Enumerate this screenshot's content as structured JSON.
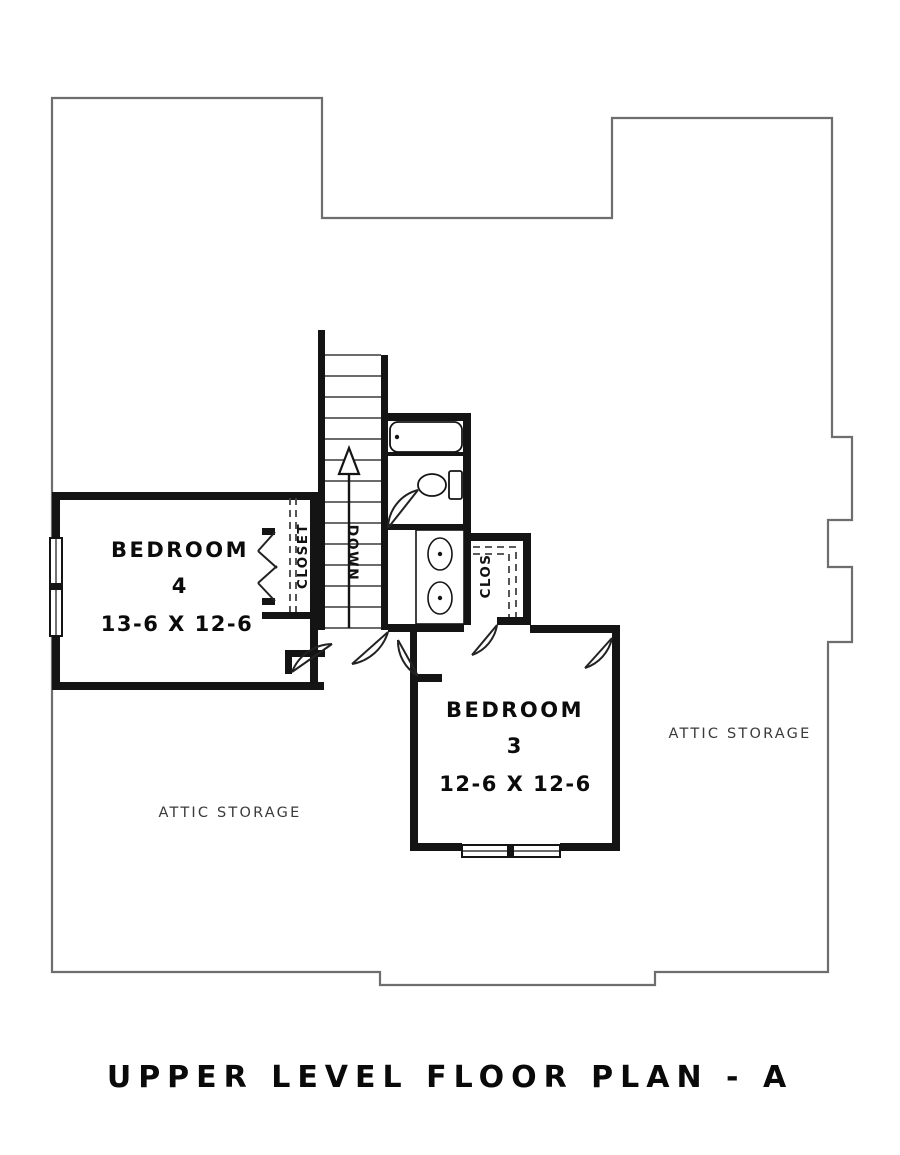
{
  "drawing": {
    "title": "UPPER  LEVEL  FLOOR  PLAN - A",
    "sheet_background": "#ffffff",
    "roof_line_color": "#6e6e6e",
    "wall_color": "#111111",
    "fixture_color": "#111111"
  },
  "rooms": [
    {
      "id": "bedroom-4",
      "name": "BEDROOM",
      "number": "4",
      "dimensions": "13-6 X 12-6"
    },
    {
      "id": "bedroom-3",
      "name": "BEDROOM",
      "number": "3",
      "dimensions": "12-6 X 12-6"
    }
  ],
  "labels": {
    "closet_bedroom4": "CLOSET",
    "closet_bath": "CLOS",
    "stair_direction": "DOWN",
    "attic_storage_left": "ATTIC STORAGE",
    "attic_storage_right": "ATTIC STORAGE"
  },
  "fixtures": {
    "bathtub": "bathtub-fixture",
    "toilet": "toilet-fixture",
    "vanity_sink_upper": "sink-fixture",
    "vanity_sink_lower": "sink-fixture",
    "window_bedroom4_left": "window-symbol",
    "window_bedroom3_bottom": "window-symbol"
  },
  "stair": {
    "riser_count": 13,
    "arrow": "up-arrow-indicator"
  },
  "doors": [
    {
      "id": "closet-bifold-upper",
      "type": "bifold"
    },
    {
      "id": "closet-bifold-lower",
      "type": "bifold"
    },
    {
      "id": "bedroom-4-door",
      "type": "swing"
    },
    {
      "id": "bath-door",
      "type": "swing"
    },
    {
      "id": "bath-inner-door",
      "type": "swing"
    },
    {
      "id": "clos-door",
      "type": "swing"
    },
    {
      "id": "bedroom-3-door",
      "type": "swing"
    },
    {
      "id": "hall-door",
      "type": "swing"
    }
  ]
}
